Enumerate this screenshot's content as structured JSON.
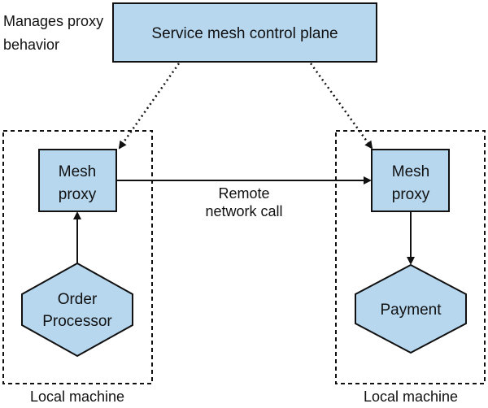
{
  "annotation": {
    "lines": [
      "Manages proxy",
      "behavior"
    ]
  },
  "control_plane": {
    "label": "Service mesh control plane"
  },
  "left_machine": {
    "label": "Local machine",
    "proxy": {
      "lines": [
        "Mesh",
        "proxy"
      ]
    },
    "service": {
      "lines": [
        "Order",
        "Processor"
      ]
    }
  },
  "right_machine": {
    "label": "Local machine",
    "proxy": {
      "lines": [
        "Mesh",
        "proxy"
      ]
    },
    "service": {
      "lines": [
        "Payment"
      ]
    }
  },
  "remote_call": {
    "lines": [
      "Remote",
      "network call"
    ]
  },
  "colors": {
    "node_fill": "#b7d7ef",
    "stroke": "#111111",
    "background": "#ffffff"
  }
}
